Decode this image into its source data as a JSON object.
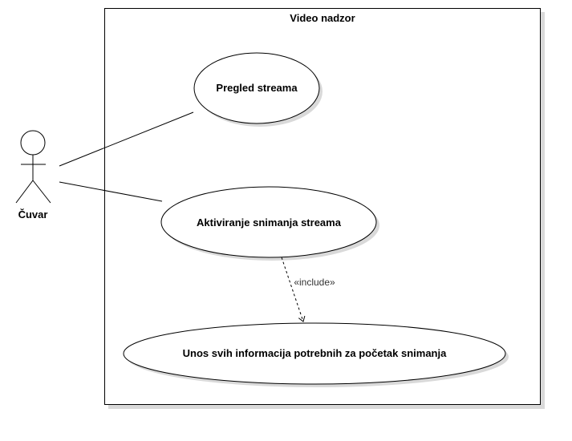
{
  "system": {
    "title": "Video nadzor"
  },
  "actor": {
    "name": "Čuvar"
  },
  "use_cases": [
    {
      "label": "Pregled streama"
    },
    {
      "label": "Aktiviranje snimanja streama"
    },
    {
      "label": "Unos svih informacija potrebnih za početak snimanja"
    }
  ],
  "relations": {
    "include_label": "«include»"
  },
  "colors": {
    "stroke": "#000000",
    "shadow": "#d9d9d9",
    "background": "#ffffff"
  }
}
